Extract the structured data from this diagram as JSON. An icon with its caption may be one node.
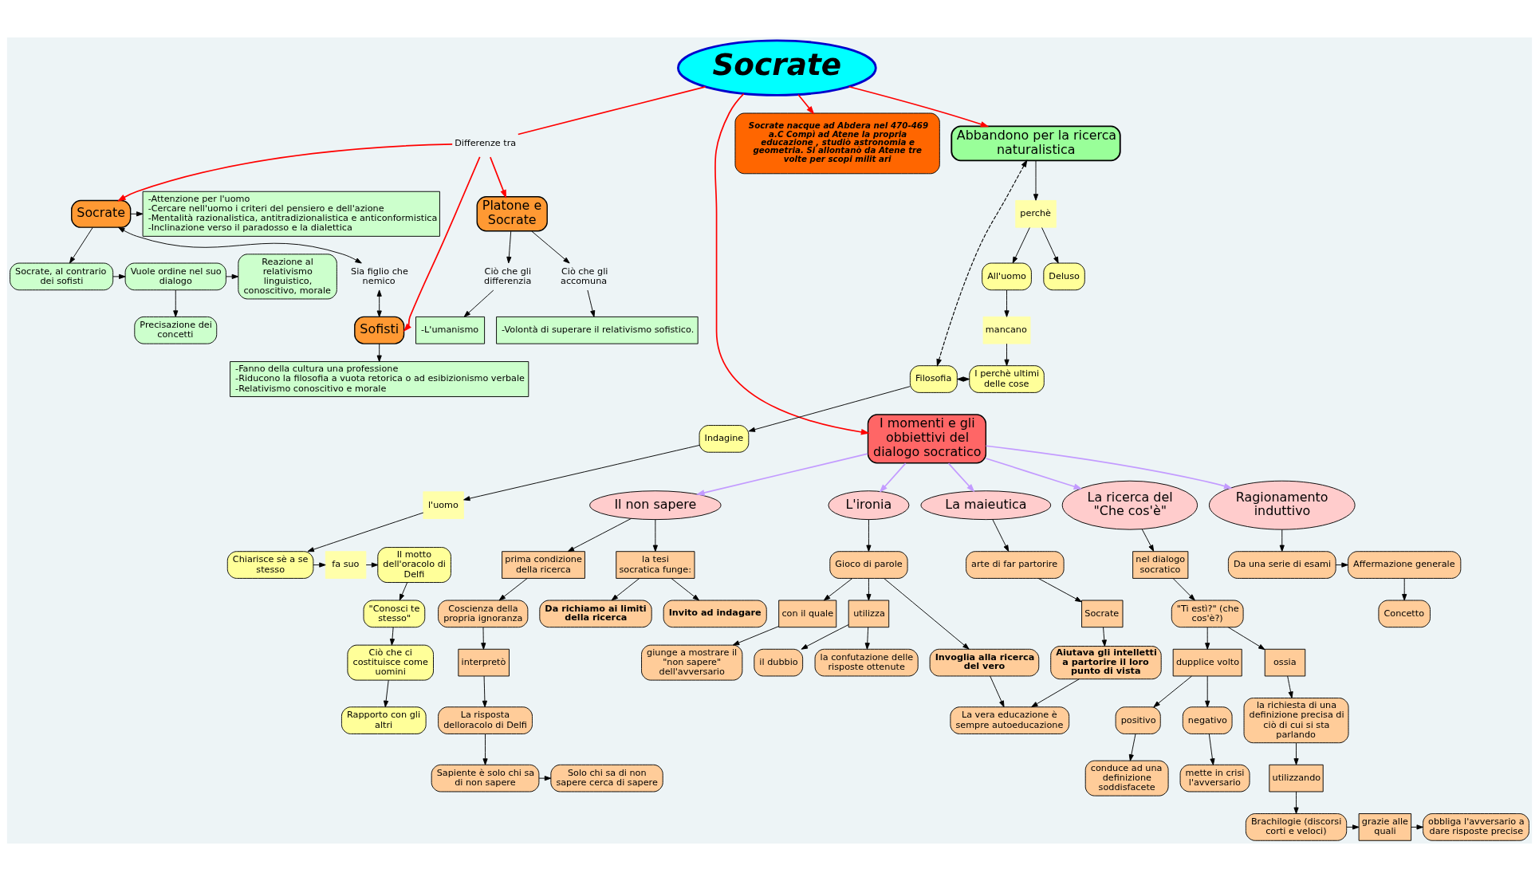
{
  "diagram": {
    "nodes": [
      {
        "text": [
          "Precisazione dei concetti"
        ]
      },
      {
        "text": [
          "Socrate, al contrario dei sofisti"
        ]
      },
      {
        "text": [
          "Vuole ordine nel suo dialogo"
        ]
      },
      {
        "text": [
          "Reazione al relativismo linguistico, conoscitivo, morale"
        ]
      },
      {
        "text": [
          "Abbandono per la ricerca naturalistica"
        ]
      },
      {
        "text": [
          "-Attenzione per l'uomo",
          "-Cercare nell'uomo i criteri del pensiero e dell'azione",
          "-Mentalità razionalistica, antitradizionalistica e anticonformistica",
          "-Inclinazione verso il paradosso e la dialettica"
        ]
      },
      {
        "text": [
          "Socrate"
        ]
      },
      {
        "text": [
          "perchè"
        ]
      },
      {
        "text": [
          "All'uomo"
        ]
      },
      {
        "text": [
          "Deluso"
        ]
      },
      {
        "text": [
          "Sia figlio che nemico"
        ]
      },
      {
        "text": [
          "Socrate"
        ]
      },
      {
        "text": [
          "Socrate nacque ad Abdera nel 470-469 a.C Compì ad Atene la propria educazione , studiò astronomia e geometria. Si allontanò da Atene tre volte per scopi milit ari"
        ]
      },
      {
        "text": [
          "mancano"
        ]
      },
      {
        "text": [
          "-Fanno della cultura una professione",
          "-Riducono la filosofia a vuota retorica o ad esibizionismo verbale",
          "-Relativismo conoscitivo e morale"
        ]
      },
      {
        "text": [
          "Sofisti"
        ]
      },
      {
        "text": [
          "Differenze tra"
        ]
      },
      {
        "text": [
          "I perchè ultimi delle cose"
        ]
      },
      {
        "text": [
          "Filosofia"
        ]
      },
      {
        "text": [
          "Indagine"
        ]
      },
      {
        "text": [
          "-Volontà di superare il relativismo sofistico."
        ]
      },
      {
        "text": [
          "Ciò che gli accomuna"
        ]
      },
      {
        "text": [
          "Ciò che ci costituisce come uomini"
        ]
      },
      {
        "text": [
          "\"Conosci te stesso\""
        ]
      },
      {
        "text": [
          "l'uomo"
        ]
      },
      {
        "text": [
          "Platone e Socrate"
        ]
      },
      {
        "text": [
          "Ciò che gli differenzia"
        ]
      },
      {
        "text": [
          "-L'umanismo"
        ]
      },
      {
        "text": [
          "Il motto dell'oracolo di Delfi"
        ]
      },
      {
        "text": [
          "fa suo"
        ]
      },
      {
        "text": [
          "Chiarisce sè a se stesso"
        ]
      },
      {
        "text": [
          "Rapporto con gli altri"
        ]
      },
      {
        "text": [
          "I momenti e gli obbiettivi del dialogo socratico"
        ]
      },
      {
        "text": [
          "Il non sapere"
        ]
      },
      {
        "text": [
          "L'ironia"
        ]
      },
      {
        "text": [
          "La maieutica"
        ]
      },
      {
        "text": [
          "La ricerca del \"Che cos'è\""
        ]
      },
      {
        "text": [
          "Ragionamento induttivo"
        ]
      },
      {
        "text": [
          "Concetto"
        ]
      },
      {
        "text": [
          "prima condizione della ricerca"
        ]
      },
      {
        "text": [
          "la tesi socratica funge:"
        ]
      },
      {
        "text": [
          "il dubbio"
        ]
      },
      {
        "text": [
          "Gioco di parole"
        ]
      },
      {
        "text": [
          "utilizza"
        ]
      },
      {
        "text": [
          "la confutazione delle risposte ottenute"
        ]
      },
      {
        "text": [
          "arte di far partorire"
        ]
      },
      {
        "text": [
          "nel dialogo socratico"
        ]
      },
      {
        "text": [
          "Da una serie di esami"
        ]
      },
      {
        "text": [
          "Affermazione generale"
        ]
      },
      {
        "text": [
          "Coscienza della propria ignoranza"
        ]
      },
      {
        "text": [
          "Da richiamo ai limiti della ricerca"
        ]
      },
      {
        "text": [
          "Invito ad indagare"
        ]
      },
      {
        "text": [
          "con il quale"
        ]
      },
      {
        "text": [
          "\"Ti estì?\" (che cos'è?)"
        ]
      },
      {
        "text": [
          "giunge a mostrare il \"non sapere\" dell'avversario"
        ]
      },
      {
        "text": [
          "Invoglia alla ricerca del vero"
        ]
      },
      {
        "text": [
          "Socrate"
        ]
      },
      {
        "text": [
          "Aiutava gli intelletti a partorire il loro punto di vista"
        ]
      },
      {
        "text": [
          "interpretò"
        ]
      },
      {
        "text": [
          "positivo"
        ]
      },
      {
        "text": [
          "conduce ad una definizione soddisfacete"
        ]
      },
      {
        "text": [
          "ossia"
        ]
      },
      {
        "text": [
          "dupplice volto"
        ]
      },
      {
        "text": [
          "negativo"
        ]
      },
      {
        "text": [
          "mette in crisi l'avversario"
        ]
      },
      {
        "text": [
          "la richiesta di una definizione precisa di ciò di cui si sta parlando"
        ]
      },
      {
        "text": [
          "La risposta delloracolo di Delfi"
        ]
      },
      {
        "text": [
          "Sapiente è solo chi sa di non sapere"
        ]
      },
      {
        "text": [
          "Solo chi sa di non sapere cerca di sapere"
        ]
      },
      {
        "text": [
          "La vera educazione è sempre autoeducazione"
        ]
      },
      {
        "text": [
          "utilizzando"
        ]
      },
      {
        "text": [
          "Brachilogie (discorsi corti e veloci)"
        ]
      },
      {
        "text": [
          "grazie alle quali"
        ]
      },
      {
        "text": [
          "obbliga l'avversario a dare risposte precise"
        ]
      }
    ],
    "edges": [
      {
        "from": 11,
        "to": 16,
        "arrow": "none",
        "color": "#ff0000"
      },
      {
        "from": 16,
        "to": 6,
        "arrow": "to",
        "color": "#ff0000"
      },
      {
        "from": 16,
        "to": 15,
        "arrow": "to",
        "color": "#ff0000"
      },
      {
        "from": 16,
        "to": 25,
        "arrow": "to",
        "color": "#ff0000"
      },
      {
        "from": 11,
        "to": 32,
        "arrow": "to",
        "color": "#ff0000"
      },
      {
        "from": 11,
        "to": 12,
        "arrow": "to",
        "color": "#ff0000"
      },
      {
        "from": 11,
        "to": 4,
        "arrow": "to",
        "color": "#ff0000"
      },
      {
        "from": 6,
        "to": 1,
        "arrow": "to"
      },
      {
        "from": 6,
        "to": 5,
        "arrow": "to"
      },
      {
        "from": 6,
        "to": 10,
        "arrow": "both"
      },
      {
        "from": 10,
        "to": 15,
        "arrow": "both"
      },
      {
        "from": 15,
        "to": 14,
        "arrow": "to"
      },
      {
        "from": 1,
        "to": 2,
        "arrow": "to"
      },
      {
        "from": 2,
        "to": 0,
        "arrow": "to"
      },
      {
        "from": 2,
        "to": 3,
        "arrow": "to"
      },
      {
        "from": 4,
        "to": 7,
        "arrow": "to"
      },
      {
        "from": 7,
        "to": 8,
        "arrow": "to"
      },
      {
        "from": 7,
        "to": 9,
        "arrow": "to"
      },
      {
        "from": 8,
        "to": 13,
        "arrow": "to"
      },
      {
        "from": 13,
        "to": 17,
        "arrow": "to"
      },
      {
        "from": 17,
        "to": 18,
        "arrow": "both"
      },
      {
        "from": 4,
        "to": 18,
        "arrow": "both",
        "style": "dashed"
      },
      {
        "from": 18,
        "to": 19,
        "arrow": "to"
      },
      {
        "from": 19,
        "to": 24,
        "arrow": "to"
      },
      {
        "from": 24,
        "to": 30,
        "arrow": "to"
      },
      {
        "from": 30,
        "to": 29,
        "arrow": "to"
      },
      {
        "from": 29,
        "to": 28,
        "arrow": "to"
      },
      {
        "from": 28,
        "to": 23,
        "arrow": "to"
      },
      {
        "from": 23,
        "to": 22,
        "arrow": "to"
      },
      {
        "from": 22,
        "to": 31,
        "arrow": "to"
      },
      {
        "from": 25,
        "to": 21,
        "arrow": "to"
      },
      {
        "from": 21,
        "to": 20,
        "arrow": "to"
      },
      {
        "from": 25,
        "to": 26,
        "arrow": "to"
      },
      {
        "from": 26,
        "to": 27,
        "arrow": "to"
      },
      {
        "from": 32,
        "to": 33,
        "arrow": "to",
        "color": "#c39bff"
      },
      {
        "from": 32,
        "to": 34,
        "arrow": "to",
        "color": "#c39bff"
      },
      {
        "from": 32,
        "to": 35,
        "arrow": "to",
        "color": "#c39bff"
      },
      {
        "from": 32,
        "to": 36,
        "arrow": "to",
        "color": "#c39bff"
      },
      {
        "from": 32,
        "to": 37,
        "arrow": "to",
        "color": "#c39bff"
      },
      {
        "from": 33,
        "to": 39,
        "arrow": "to"
      },
      {
        "from": 33,
        "to": 40,
        "arrow": "to"
      },
      {
        "from": 39,
        "to": 49,
        "arrow": "to"
      },
      {
        "from": 40,
        "to": 50,
        "arrow": "to"
      },
      {
        "from": 40,
        "to": 51,
        "arrow": "to"
      },
      {
        "from": 49,
        "to": 58,
        "arrow": "to"
      },
      {
        "from": 58,
        "to": 66,
        "arrow": "to"
      },
      {
        "from": 66,
        "to": 67,
        "arrow": "to"
      },
      {
        "from": 67,
        "to": 68,
        "arrow": "to"
      },
      {
        "from": 34,
        "to": 42,
        "arrow": "to"
      },
      {
        "from": 42,
        "to": 43,
        "arrow": "to"
      },
      {
        "from": 43,
        "to": 41,
        "arrow": "to"
      },
      {
        "from": 43,
        "to": 44,
        "arrow": "to"
      },
      {
        "from": 42,
        "to": 52,
        "arrow": "to"
      },
      {
        "from": 52,
        "to": 54,
        "arrow": "to"
      },
      {
        "from": 42,
        "to": 55,
        "arrow": "to"
      },
      {
        "from": 55,
        "to": 69,
        "arrow": "to"
      },
      {
        "from": 35,
        "to": 45,
        "arrow": "to"
      },
      {
        "from": 45,
        "to": 56,
        "arrow": "to"
      },
      {
        "from": 56,
        "to": 57,
        "arrow": "to"
      },
      {
        "from": 57,
        "to": 69,
        "arrow": "to"
      },
      {
        "from": 36,
        "to": 46,
        "arrow": "to"
      },
      {
        "from": 46,
        "to": 53,
        "arrow": "to"
      },
      {
        "from": 53,
        "to": 61,
        "arrow": "to"
      },
      {
        "from": 61,
        "to": 65,
        "arrow": "to"
      },
      {
        "from": 53,
        "to": 62,
        "arrow": "to"
      },
      {
        "from": 62,
        "to": 59,
        "arrow": "to"
      },
      {
        "from": 62,
        "to": 63,
        "arrow": "to"
      },
      {
        "from": 59,
        "to": 60,
        "arrow": "to"
      },
      {
        "from": 63,
        "to": 64,
        "arrow": "to"
      },
      {
        "from": 65,
        "to": 70,
        "arrow": "to"
      },
      {
        "from": 70,
        "to": 71,
        "arrow": "to"
      },
      {
        "from": 71,
        "to": 72,
        "arrow": "to"
      },
      {
        "from": 72,
        "to": 73,
        "arrow": "to"
      },
      {
        "from": 37,
        "to": 47,
        "arrow": "to"
      },
      {
        "from": 47,
        "to": 48,
        "arrow": "to"
      },
      {
        "from": 48,
        "to": 38,
        "arrow": "to"
      }
    ]
  }
}
